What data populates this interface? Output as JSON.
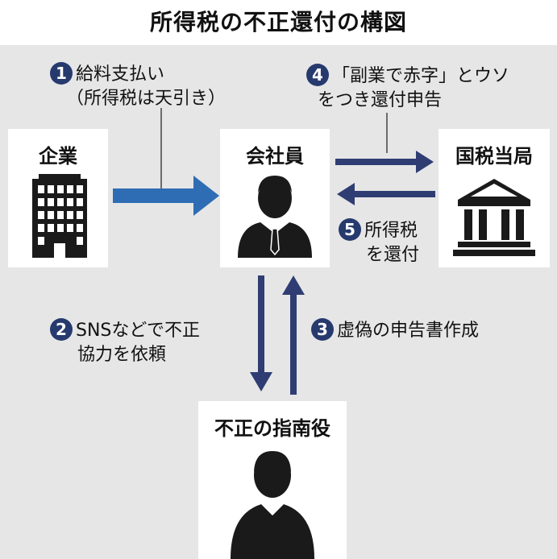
{
  "title": "所得税の不正還付の構図",
  "nodes": {
    "company": "企業",
    "employee": "会社員",
    "tax_office": "国税当局",
    "instigator": "不正の指南役"
  },
  "steps": [
    {
      "num": "1",
      "line1": "給料支払い",
      "line2": "（所得税は天引き）"
    },
    {
      "num": "2",
      "line1": "SNSなどで不正",
      "line2": "協力を依頼"
    },
    {
      "num": "3",
      "line1": "虚偽の申告書作成",
      "line2": ""
    },
    {
      "num": "4",
      "line1": "「副業で赤字」とウソ",
      "line2": "をつき還付申告"
    },
    {
      "num": "5",
      "line1": "所得税",
      "line2": "を還付"
    }
  ],
  "colors": {
    "arrow_company": "#2e6db4",
    "arrow_main": "#2f3d73",
    "badge": "#263a6e",
    "panel": "#e6e6e6"
  },
  "icons": [
    "building-icon",
    "businessman-icon",
    "government-building-icon",
    "person-icon"
  ]
}
